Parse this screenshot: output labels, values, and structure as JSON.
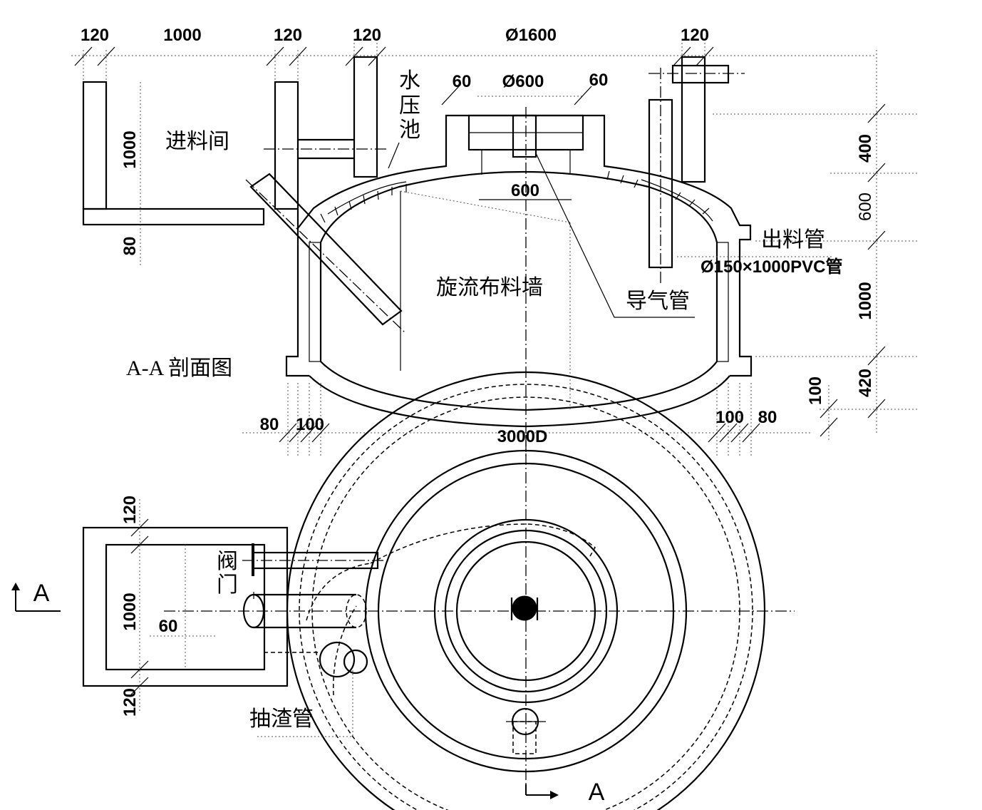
{
  "labels": {
    "feed_room": "进料间",
    "water_pressure_tank": [
      "水",
      "压",
      "池"
    ],
    "swirl_wall": "旋流布料墙",
    "outlet_pipe": "出料管",
    "outlet_pipe_spec": "Ø150×1000PVC管",
    "gas_pipe": "导气管",
    "section_title": "A-A 剖面图",
    "valve": [
      "阀",
      "门"
    ],
    "slag_pipe": "抽渣管",
    "section_mark_left": "A",
    "section_mark_bottom": "A"
  },
  "dimensions": {
    "top_left": [
      "120",
      "1000",
      "120"
    ],
    "top_wall_left": "120",
    "top_diameter": "Ø1600",
    "top_wall_right": "120",
    "cover": [
      "60",
      "Ø600",
      "60"
    ],
    "inner_600": "600",
    "feed_height": "1000",
    "feed_floor": "80",
    "right_side": [
      "400",
      "600",
      "1000",
      "420",
      "100"
    ],
    "bottom_left": [
      "80",
      "100"
    ],
    "bottom_right": [
      "100",
      "80"
    ],
    "base_diameter": "3000D",
    "plan_top": "120",
    "plan_height": "1000",
    "plan_bottom": "120",
    "plan_inner": "60"
  }
}
